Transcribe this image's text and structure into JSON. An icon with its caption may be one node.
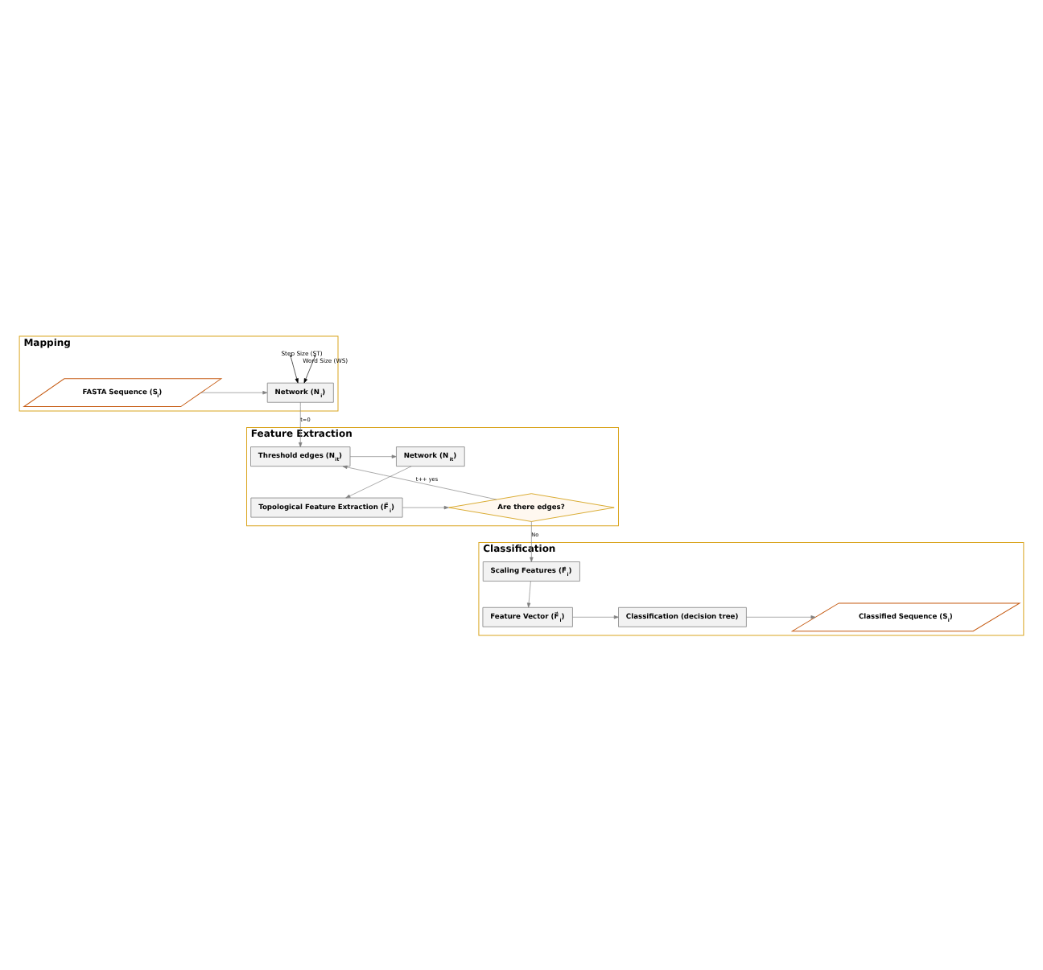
{
  "diagram": {
    "nodes": [
      {
        "text": [
          "Mapping"
        ]
      },
      {
        "text": [
          "FASTA Sequence (S$_{i}$)"
        ],
        "in": 0
      },
      {
        "text": [
          "Network (N$_{i}$)"
        ],
        "in": 0
      },
      {
        "text": [
          "Feature Extraction"
        ]
      },
      {
        "text": [
          "Threshold edges (N$_{it}$)"
        ],
        "in": 3
      },
      {
        "text": [
          "Network (N$_{it}$)"
        ],
        "in": 3
      },
      {
        "text": [
          "Topological Feature Extraction (F⃗$_{i}$)"
        ],
        "in": 3
      },
      {
        "text": [
          "Are there edges?"
        ],
        "in": 3
      },
      {
        "text": [
          "Classification"
        ]
      },
      {
        "text": [
          "Scaling Features (F⃗$_{i}$)"
        ],
        "in": 8
      },
      {
        "text": [
          "Feature Vector (F⃗$_{i}$)"
        ],
        "in": 8
      },
      {
        "text": [
          "Classification (decision tree)"
        ],
        "in": 8
      },
      {
        "text": [
          "Classified Sequence (S$_{i}$)"
        ],
        "in": 8
      }
    ],
    "edges": [
      {
        "from": 1,
        "to": 2,
        "arrow": "to"
      },
      {
        "from": null,
        "to": 2,
        "arrow": "to",
        "label": "Word Size (WS)",
        "color": "#000000"
      },
      {
        "from": null,
        "to": 2,
        "arrow": "to",
        "label": "Step Size (ST)",
        "color": "#000000"
      },
      {
        "from": 2,
        "to": 4,
        "arrow": "to",
        "label": "t=0"
      },
      {
        "from": 4,
        "to": 5,
        "arrow": "to"
      },
      {
        "from": 5,
        "to": 6,
        "arrow": "to"
      },
      {
        "from": 6,
        "to": 7,
        "arrow": "to"
      },
      {
        "from": 7,
        "to": 4,
        "arrow": "to",
        "label": "t++ yes"
      },
      {
        "from": 7,
        "to": 9,
        "arrow": "to",
        "label": "No"
      },
      {
        "from": 9,
        "to": 10,
        "arrow": "to"
      },
      {
        "from": 10,
        "to": 11,
        "arrow": "to"
      },
      {
        "from": 11,
        "to": 12,
        "arrow": "to"
      }
    ]
  }
}
